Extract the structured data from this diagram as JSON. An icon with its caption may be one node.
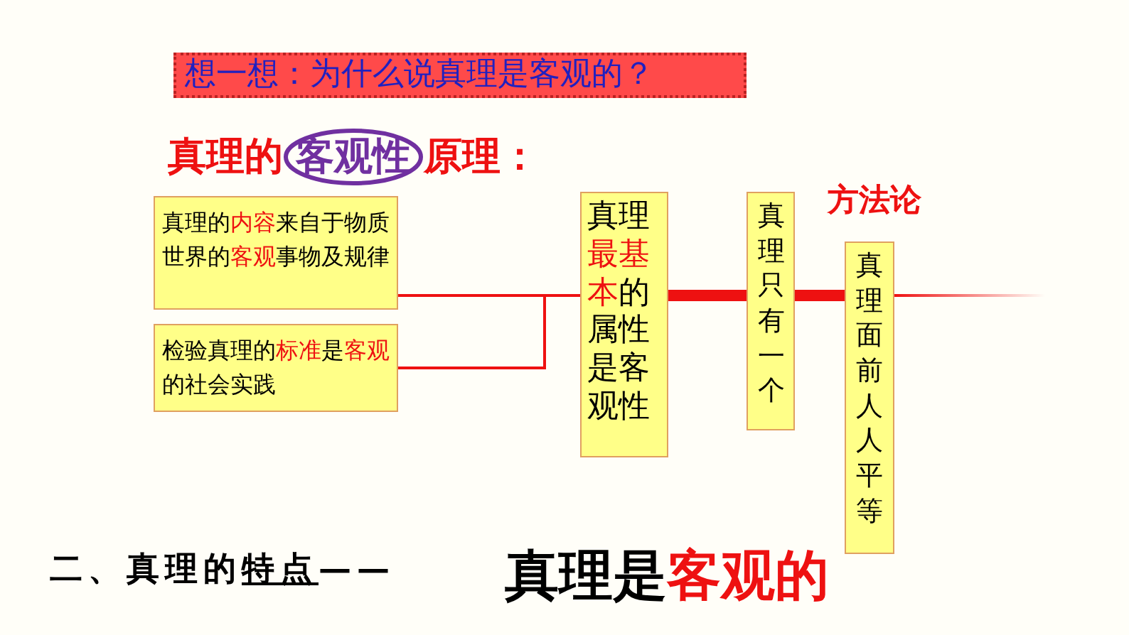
{
  "diagram": {
    "title": "想一想：为什么说真理是客观的？",
    "nodes": [
      {
        "text": [
          "真理的**内容**来自于物质世界的**客观**事物及规律"
        ]
      },
      {
        "text": [
          "检验真理的**标准**是**客观**的社会实践"
        ]
      },
      {
        "text": [
          "真理**最基本**的属性是客观性"
        ]
      },
      {
        "text": [
          "真理只有一个"
        ]
      },
      {
        "text": [
          "真理面前人人平等"
        ]
      }
    ],
    "edges": [
      {
        "from": 0,
        "to": 2,
        "arrow": "none"
      },
      {
        "from": 1,
        "to": 2,
        "arrow": "none"
      },
      {
        "from": 2,
        "to": 3,
        "arrow": "none",
        "style": "thick"
      },
      {
        "from": 3,
        "to": 4,
        "arrow": "none",
        "style": "thick"
      },
      {
        "from": 4,
        "to": null,
        "arrow": "none"
      }
    ],
    "labels": [
      "真理的**客观性**原理：",
      "方法论",
      "二、真理的**特点**——",
      "真理是**客观的**"
    ]
  }
}
